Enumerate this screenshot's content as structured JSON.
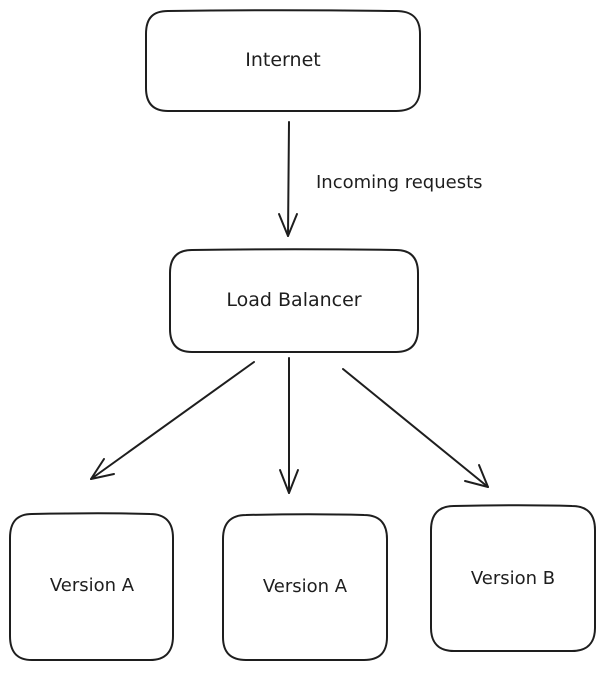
{
  "diagram": {
    "nodes": {
      "internet": {
        "label": "Internet"
      },
      "load_balancer": {
        "label": "Load Balancer"
      },
      "version_a_1": {
        "label": "Version A"
      },
      "version_a_2": {
        "label": "Version A"
      },
      "version_b": {
        "label": "Version B"
      }
    },
    "edges": {
      "internet_to_lb": {
        "label": "Incoming requests"
      }
    }
  },
  "colors": {
    "stroke": "#1e1e1e",
    "background": "#ffffff"
  }
}
